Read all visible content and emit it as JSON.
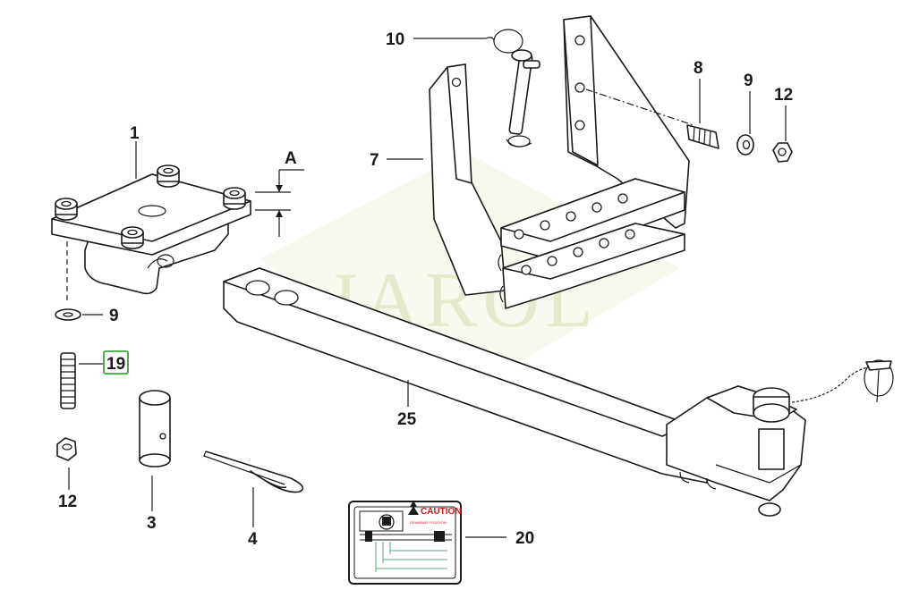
{
  "watermark": "JAROL",
  "callouts": {
    "c1": "1",
    "c3": "3",
    "c4": "4",
    "c7": "7",
    "c8": "8",
    "c9a": "9",
    "c9b": "9",
    "c10": "10",
    "c12a": "12",
    "c12b": "12",
    "c19": "19",
    "c20": "20",
    "c25": "25",
    "dimA": "A"
  },
  "highlighted_callout": "19",
  "decal": {
    "title": "CAUTION",
    "subtitle": "DRAWBAR POSITION",
    "colors": {
      "accent": "#d11a1a",
      "dim_lines": "#2e8b57"
    }
  },
  "colors": {
    "highlight": "#3aa63a",
    "watermark": "#d8dfb0"
  }
}
